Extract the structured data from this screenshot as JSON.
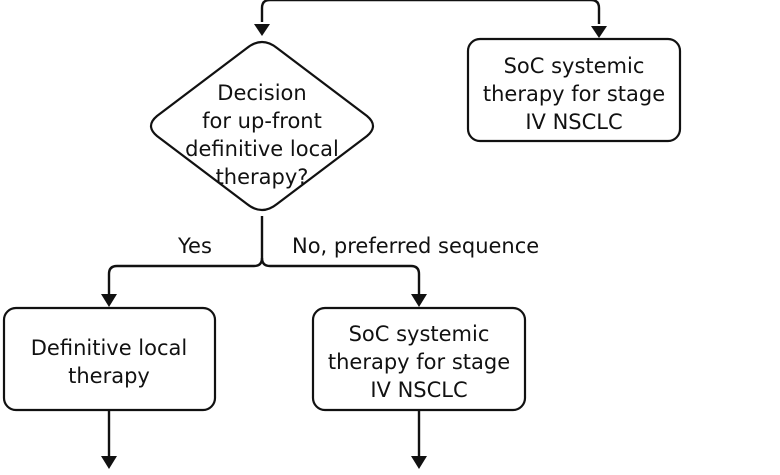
{
  "nodes": {
    "decision": {
      "lines": [
        "Decision",
        "for up-front",
        "definitive local",
        "therapy?"
      ]
    },
    "soc_top": {
      "lines": [
        "SoC systemic",
        "therapy for stage",
        "IV NSCLC"
      ]
    },
    "local_therapy": {
      "lines": [
        "Definitive local",
        "therapy"
      ]
    },
    "soc_bottom": {
      "lines": [
        "SoC systemic",
        "therapy for stage",
        "IV NSCLC"
      ]
    }
  },
  "edges": {
    "yes_label": "Yes",
    "no_label": "No, preferred sequence"
  }
}
